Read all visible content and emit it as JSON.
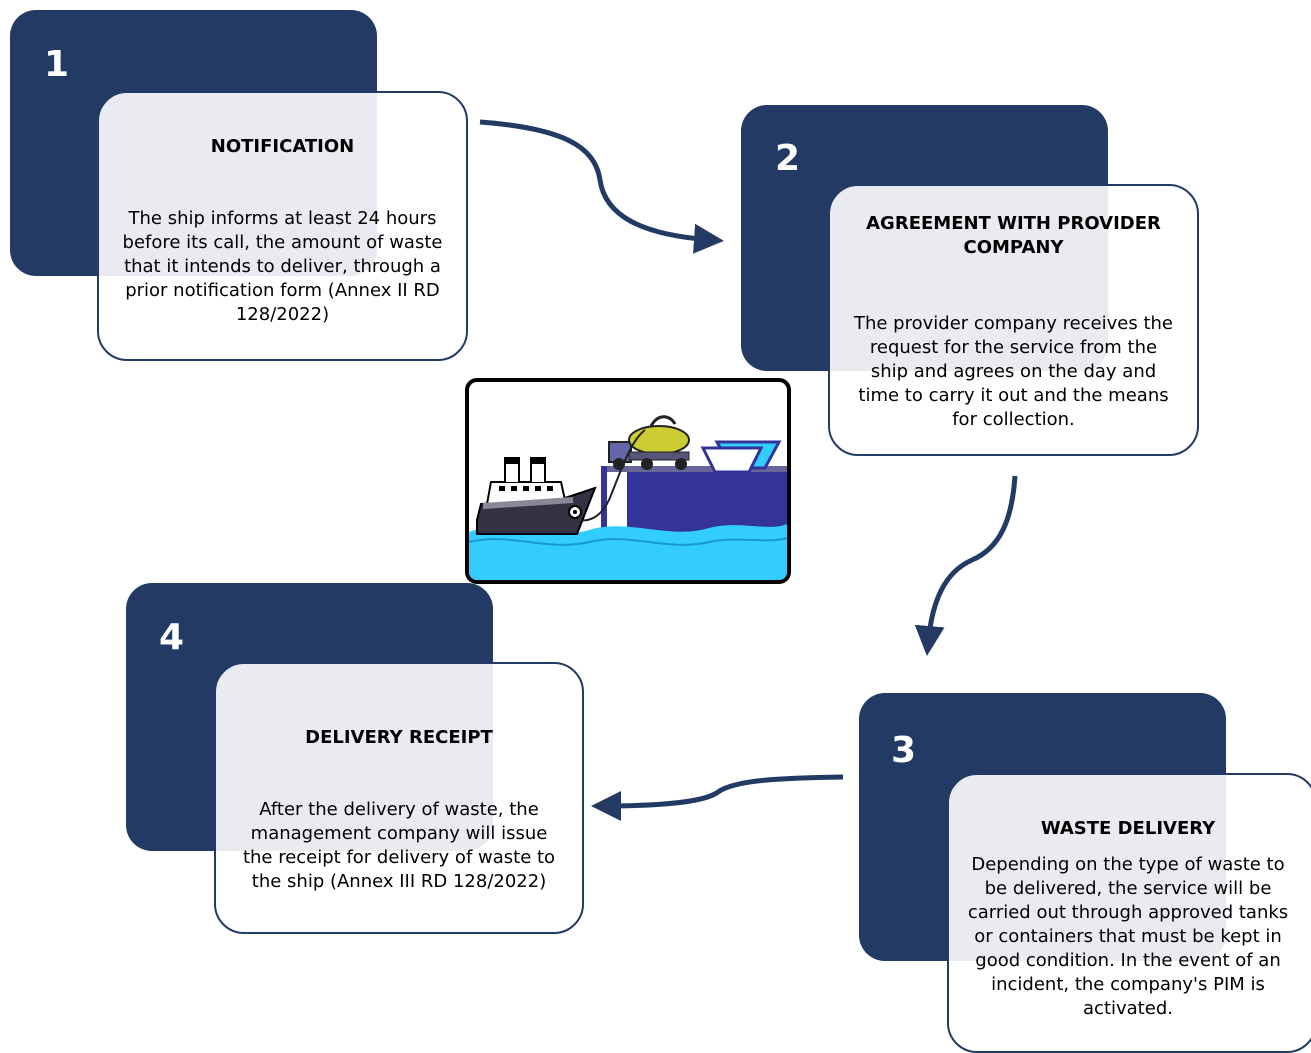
{
  "colors": {
    "navy": "#233a64",
    "arrow": "#233a64",
    "water": "#33ccff",
    "dock": "#333399"
  },
  "steps": [
    {
      "number": "1",
      "title": "NOTIFICATION",
      "body": "The ship informs at least 24 hours before its call, the amount of waste that it intends to deliver, through a prior notification form (Annex II RD 128/2022)"
    },
    {
      "number": "2",
      "title": "AGREEMENT WITH PROVIDER COMPANY",
      "body": "The provider company receives the request for the service from the ship and agrees on the day and time to carry it out and the means for collection."
    },
    {
      "number": "3",
      "title": "WASTE DELIVERY",
      "body": "Depending on the type of waste to be delivered, the service will be carried out through approved tanks or containers that must be kept in good condition. In the event of an incident, the company's PIM is activated."
    },
    {
      "number": "4",
      "title": "DELIVERY RECEIPT",
      "body": "After the delivery of waste, the management company will issue the receipt for delivery of waste to the ship (Annex III RD 128/2022)"
    }
  ],
  "illustration": {
    "icon": "ship-waste-delivery-icon"
  }
}
